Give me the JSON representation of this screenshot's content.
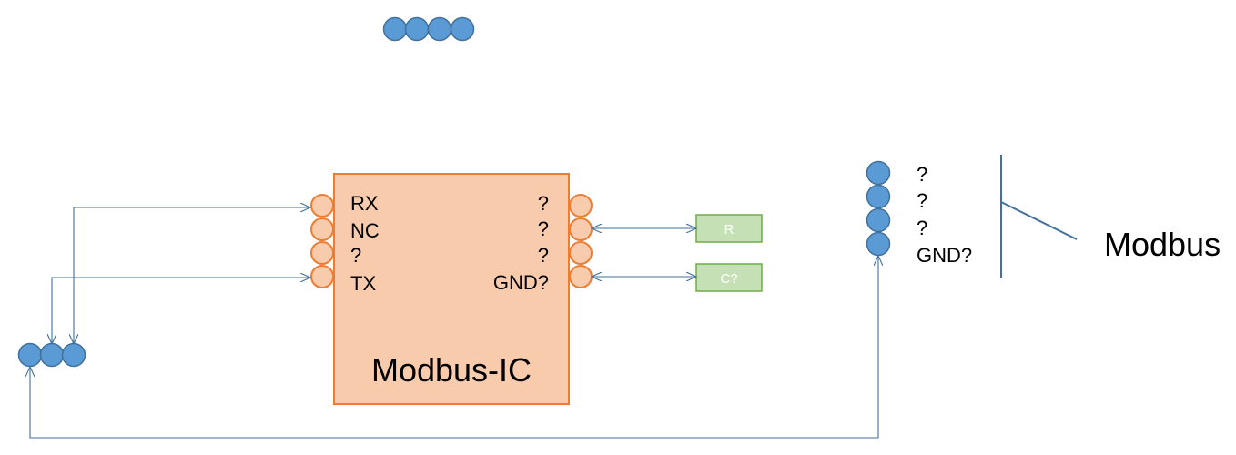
{
  "chip": {
    "title": "Modbus-IC",
    "left_pins": [
      "RX",
      "NC",
      "?",
      "TX"
    ],
    "right_pins": [
      "?",
      "?",
      "?",
      "GND?"
    ],
    "colors": {
      "fill": "#f8cbad",
      "border": "#ed7d31"
    }
  },
  "components": [
    {
      "label": "R"
    },
    {
      "label": "C?"
    }
  ],
  "component_colors": {
    "fill": "#c5e0b4",
    "border": "#70ad47",
    "text": "#ffffff"
  },
  "connector": {
    "labels": [
      "?",
      "?",
      "?",
      "GND?"
    ],
    "color": "#5b9bd5"
  },
  "bus": {
    "title": "Modbus"
  },
  "icons": {
    "top_connector": "connector-4pin-icon",
    "left_connector": "connector-3pin-icon",
    "right_connector": "connector-4pin-vertical-icon",
    "bus_symbol": "bus-line-icon"
  }
}
